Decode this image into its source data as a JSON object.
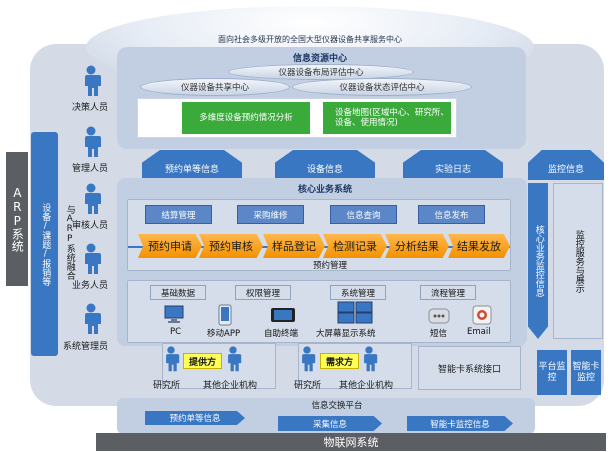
{
  "header": {
    "arc_title": "面向社会多级开放的全国大型仪器设备共享服务中心"
  },
  "info_center": {
    "title": "信息资源中心",
    "layout_center": "仪器设备布局评估中心",
    "share_center": "仪器设备共享中心",
    "status_center": "仪器设备状态评估中心",
    "analysis": "多维度设备预约情况分析",
    "map": "设备地图(区域中心、研究所、设备、使用情况)"
  },
  "up_arrows": [
    "预约单等信息",
    "设备信息",
    "实验日志",
    "监控信息"
  ],
  "left": {
    "arp": "ARP系统",
    "merge": "设备/课题/报销等",
    "fuse": "与ARP系统融合",
    "roles": [
      "决策人员",
      "管理人员",
      "审核人员",
      "业务人员",
      "系统管理员"
    ]
  },
  "core": {
    "title": "核心业务系统",
    "top_modules": [
      "结算管理",
      "采购维修",
      "信息查询",
      "信息发布"
    ],
    "flow": [
      "预约申请",
      "预约审核",
      "样品登记",
      "检测记录",
      "分析结果",
      "结果发放"
    ],
    "flow_label": "预约管理",
    "mgmt": [
      "基础数据",
      "权限管理",
      "系统管理",
      "流程管理"
    ],
    "devices": [
      "PC",
      "移动APP",
      "自助终端",
      "大屏幕显示系统",
      "短信",
      "Email"
    ]
  },
  "right": {
    "interface": "核心业务监控信息",
    "display": "监控服务与展示",
    "platform_monitor": "平台监控",
    "card_monitor": "智能卡监控",
    "card_interface": "智能卡系统接口"
  },
  "parties": {
    "supplier": "提供方",
    "demander": "需求方",
    "institute": "研究所",
    "enterprise": "其他企业机构"
  },
  "exchange": {
    "title": "信息交换平台",
    "arrows": [
      "预约单等信息",
      "采集信息",
      "智能卡监控信息"
    ]
  },
  "footer": {
    "iot": "物联网系统"
  },
  "colors": {
    "blue": "#3a77c2",
    "orange": "#f39200",
    "green": "#3aaa3a",
    "panel": "#c2cfe3",
    "gray": "#5b5e63"
  }
}
